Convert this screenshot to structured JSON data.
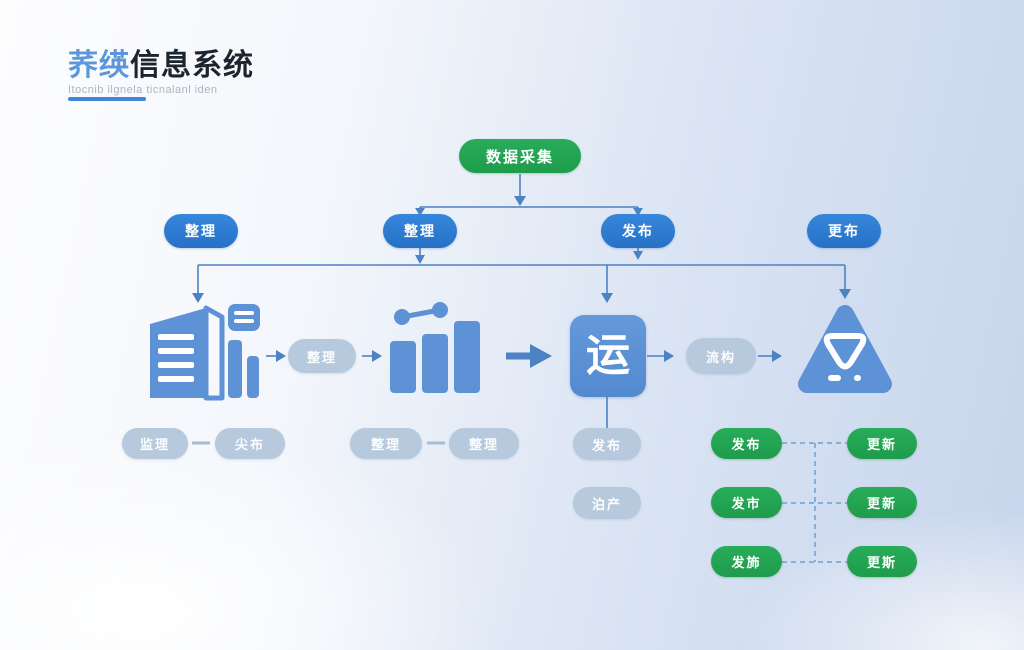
{
  "header": {
    "title_accent": "荞绬",
    "title_main": "信息系统",
    "subtitle": "Itocnib ilgnela ticnalanl iden"
  },
  "flow": {
    "root_label": "数据采集",
    "level2": [
      {
        "label": "整理"
      },
      {
        "label": "整理"
      },
      {
        "label": "发布"
      },
      {
        "label": "更布"
      }
    ],
    "seal_glyph": "运",
    "pill_after_document": "整理",
    "pill_after_seal": "流构",
    "below_seal": [
      {
        "label": "发布"
      },
      {
        "label": "泊产"
      }
    ],
    "bottom_pairs": [
      {
        "left": "监理",
        "right": "尖布"
      },
      {
        "left": "整理",
        "right": "整理"
      }
    ],
    "green_grid": [
      {
        "left": "发布",
        "right": "更新"
      },
      {
        "left": "发市",
        "right": "更新"
      },
      {
        "left": "发斾",
        "right": "更斯"
      }
    ],
    "icons": {
      "document": "document-report-icon",
      "chart": "bar-chart-trend-icon",
      "seal": "seal-square-icon",
      "shield": "shield-triangle-icon"
    }
  },
  "colors": {
    "green": "#22a452",
    "blue": "#2e7ed3",
    "icon_blue": "#5e92d6",
    "gray_pill": "#b7c9dc",
    "connector": "#4d82c4",
    "accent_blue": "#4a8fd6",
    "title_dark": "#1c242e"
  }
}
